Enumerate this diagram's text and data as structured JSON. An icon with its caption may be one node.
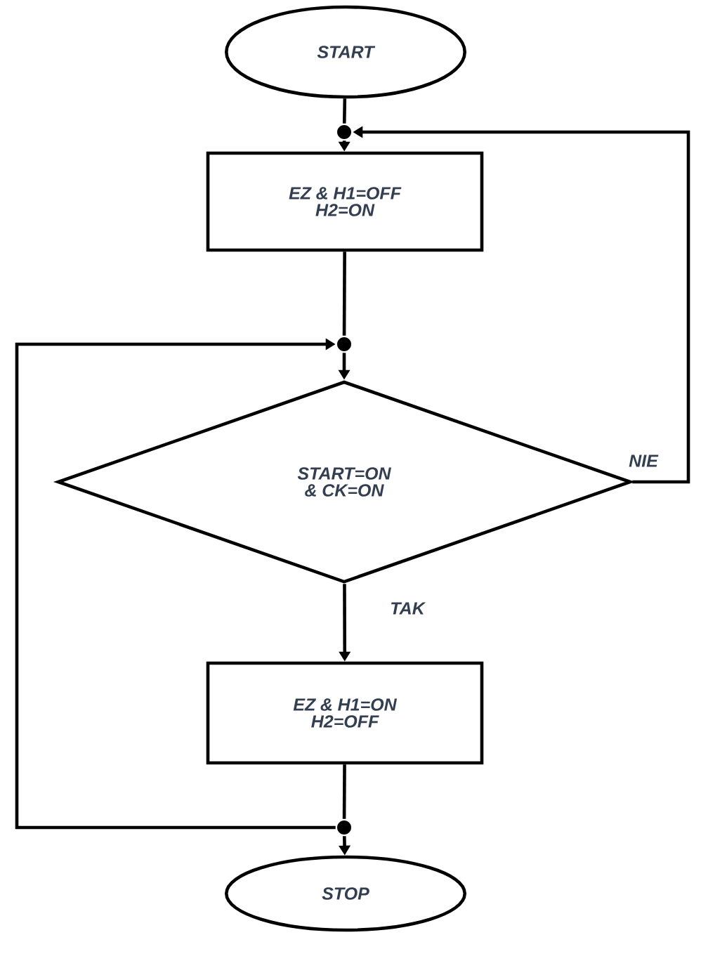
{
  "diagram": {
    "nodes": [
      {
        "text": [
          "START"
        ]
      },
      {
        "text": [],
        "shape": "circle"
      },
      {
        "text": [
          "EZ & H1=OFF H2=ON"
        ]
      },
      {
        "text": [],
        "shape": "circle"
      },
      {
        "text": [
          "START=ON & CK=ON"
        ]
      },
      {
        "text": [
          "EZ & H1=ON H2=OFF"
        ]
      },
      {
        "text": [],
        "shape": "circle"
      },
      {
        "text": [
          "STOP"
        ]
      }
    ],
    "edges": [
      {
        "from": 0,
        "to": 1,
        "arrow": "none"
      },
      {
        "from": 4,
        "to": 1,
        "arrow": "to",
        "label": "NIE"
      },
      {
        "from": 1,
        "to": 2,
        "arrow": "to"
      },
      {
        "from": 2,
        "to": 3,
        "arrow": "none"
      },
      {
        "from": 3,
        "to": 4,
        "arrow": "to"
      },
      {
        "from": 4,
        "to": 5,
        "arrow": "to",
        "label": "TAK"
      },
      {
        "from": 5,
        "to": 6,
        "arrow": "none"
      },
      {
        "from": 6,
        "to": 3,
        "arrow": "to"
      },
      {
        "from": 6,
        "to": 7,
        "arrow": "to"
      }
    ]
  }
}
